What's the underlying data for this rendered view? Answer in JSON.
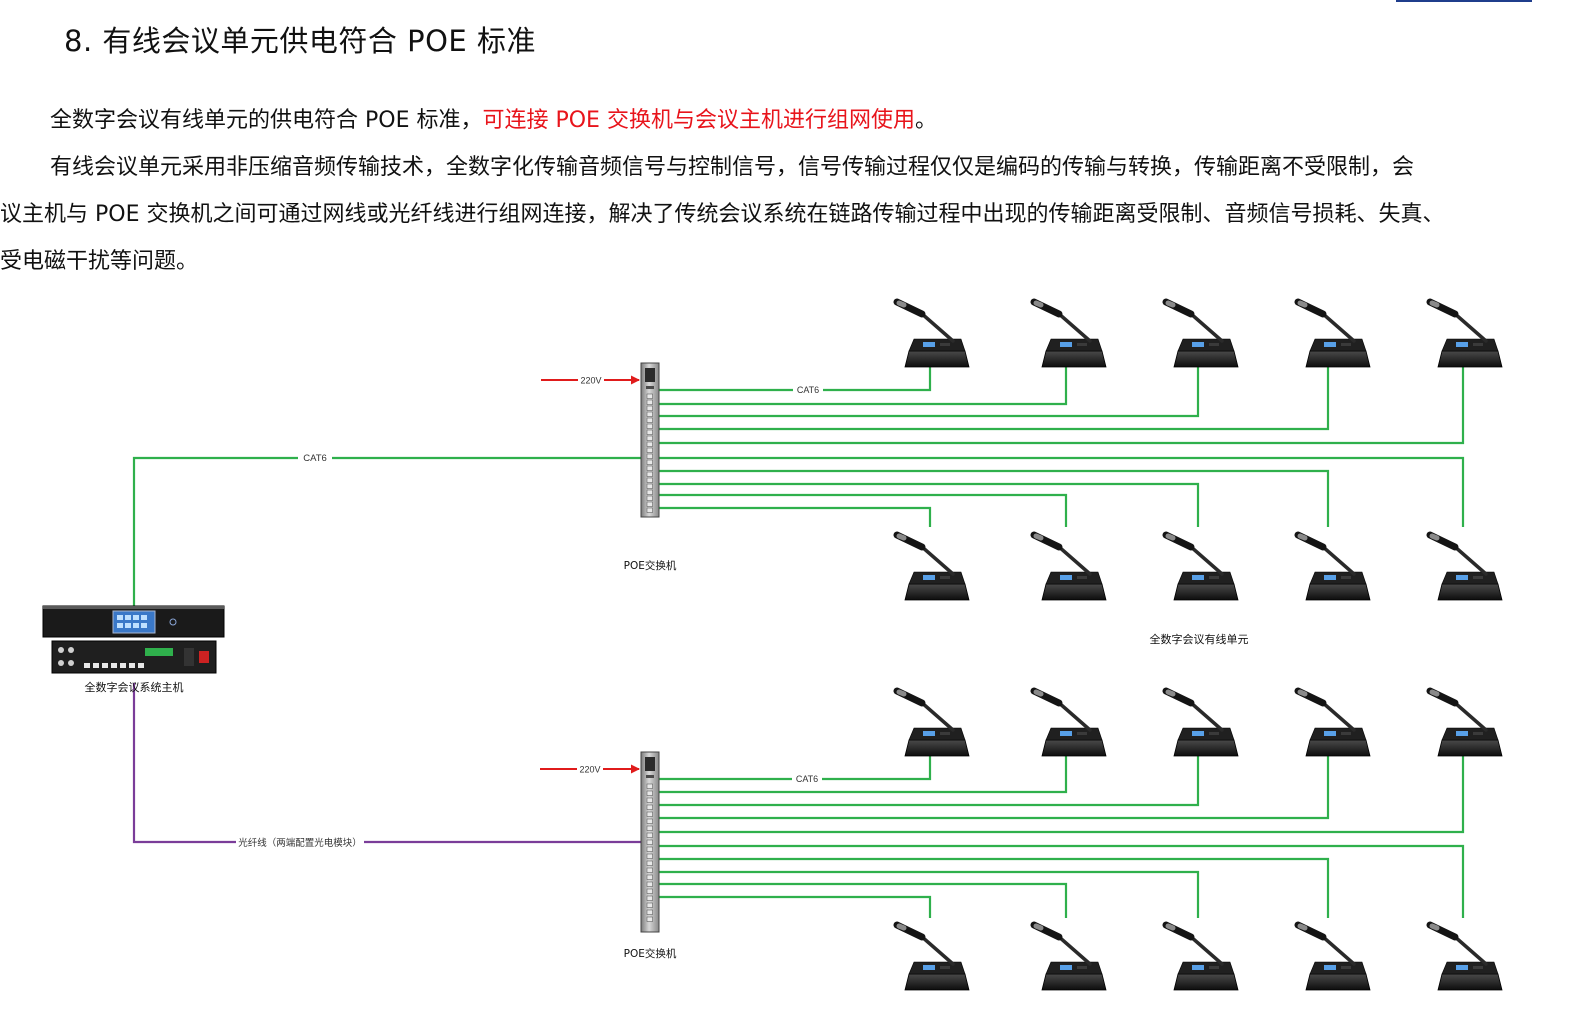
{
  "heading": "8. 有线会议单元供电符合 POE 标准",
  "paragraph1": {
    "before": "全数字会议有线单元的供电符合 POE 标准，",
    "highlight": "可连接 POE 交换机与会议主机进行组网使用",
    "after": "。"
  },
  "paragraph2": {
    "line1": "有线会议单元采用非压缩音频传输技术，全数字化传输音频信号与控制信号，信号传输过程仅仅是编码的传输与转换，传输距离不受限制，会",
    "line2": "议主机与 POE 交换机之间可通过网线或光纤线进行组网连接，解决了传统会议系统在链路传输过程中出现的传输距离受限制、音频信号损耗、失真、",
    "line3": "受电磁干扰等问题。"
  },
  "diagram": {
    "host_label": "全数字会议系统主机",
    "switch_top_label": "POE交换机",
    "switch_bottom_label": "POE交换机",
    "units_label": "全数字会议有线单元",
    "power_top": "220V",
    "power_bottom": "220V",
    "cable_host_to_switch": "CAT6",
    "cable_switch_top_units": "CAT6",
    "cable_switch_bottom_units": "CAT6",
    "fiber_label": "光纤线（两端配置光电模块）",
    "colors": {
      "network_cable": "#2fb04c",
      "fiber_cable": "#7a3d99",
      "power_arrow": "#e01b1b",
      "highlight_text": "#e8141b"
    }
  }
}
